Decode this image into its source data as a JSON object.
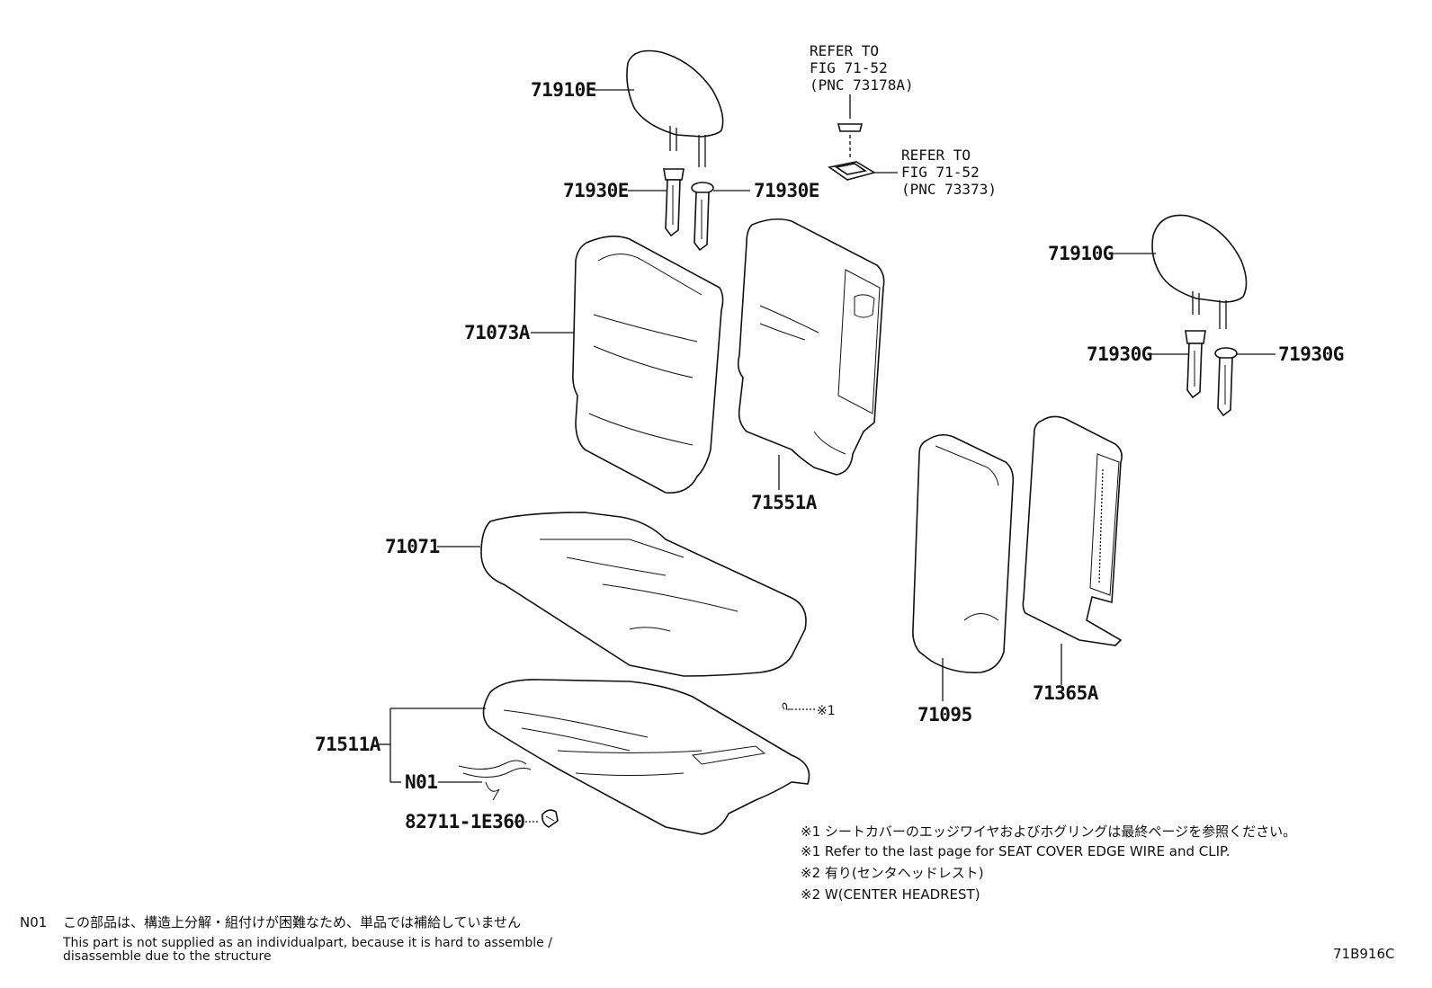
{
  "parts": {
    "headrest_e": "71910E",
    "support_e_left": "71930E",
    "support_e_right": "71930E",
    "cover_back": "71073A",
    "frame_back": "71551A",
    "cushion_seat": "71071",
    "cushion_frame": "71511A",
    "n01": "N01",
    "clip": "82711-1E360",
    "headrest_g": "71910G",
    "support_g_left": "71930G",
    "support_g_right": "71930G",
    "armrest": "71095",
    "armrest_frame": "71365A",
    "edge_wire_mark": "※1"
  },
  "refs": {
    "ref1": [
      "REFER TO",
      "FIG 71-52",
      "(PNC 73178A)"
    ],
    "ref2": [
      "REFER TO",
      "FIG 71-52",
      "(PNC 73373)"
    ]
  },
  "notes": [
    "※1  シートカバーのエッジワイヤおよびホグリングは最終ページを参照ください。",
    "※1  Refer to the last page for SEAT COVER EDGE WIRE and CLIP.",
    "※2  有り(センタヘッドレスト)",
    "※2  W(CENTER HEADREST)"
  ],
  "footer": {
    "n01_label": "N01",
    "n01_jp": "この部品は、構造上分解・組付けが困難なため、単品では補給していません",
    "n01_en_1": "This part is not supplied as an individualpart, because it is hard to assemble /",
    "n01_en_2": "disassemble due to the structure",
    "figure_code": "71B916C"
  },
  "colors": {
    "ink": "#111111",
    "paper": "#ffffff"
  }
}
